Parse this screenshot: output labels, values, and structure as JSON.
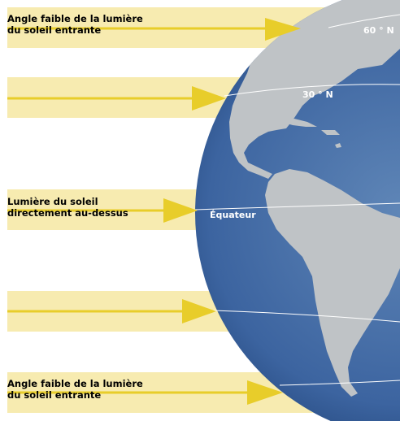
{
  "colors": {
    "band": "#f7ebb0",
    "arrow": "#e8cd2a",
    "ocean_light": "#5f86b7",
    "ocean_dark": "#1d3f73",
    "land": "#bfc3c6",
    "latitude_line": "#ffffff"
  },
  "beams": [
    {
      "label_line1": "Angle faible de la lumière",
      "label_line2": "du soleil entrante"
    },
    {
      "label_line1": "",
      "label_line2": ""
    },
    {
      "label_line1": "Lumière du soleil",
      "label_line2": "directement au-dessus"
    },
    {
      "label_line1": "",
      "label_line2": ""
    },
    {
      "label_line1": "Angle faible de la lumière",
      "label_line2": "du soleil entrante"
    }
  ],
  "latitudes": {
    "n60": "60 ° N",
    "n30": "30 ° N",
    "equator": "Équateur"
  }
}
